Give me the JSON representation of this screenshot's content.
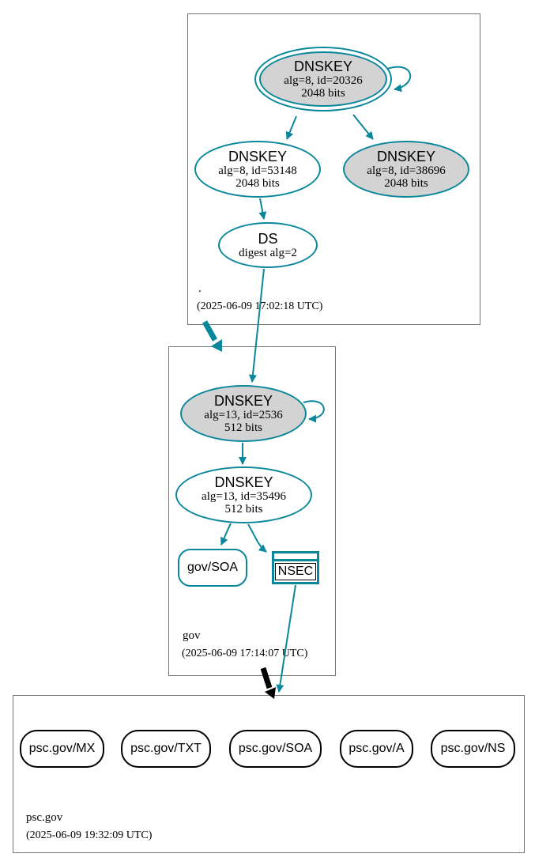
{
  "diagram_type": "dnssec-authentication-chain",
  "colors": {
    "secure_teal": "#0a879a",
    "key_fill_gray": "#d3d3d3",
    "zone_box_border": "#747474",
    "insecure_black": "#000000",
    "background": "#ffffff"
  },
  "zones": {
    "root": {
      "label": ".",
      "timestamp": "(2025-06-09 17:02:18 UTC)",
      "nodes": {
        "ksk": {
          "title": "DNSKEY",
          "detail1": "alg=8, id=20326",
          "detail2": "2048 bits"
        },
        "zsk": {
          "title": "DNSKEY",
          "detail1": "alg=8, id=53148",
          "detail2": "2048 bits"
        },
        "key2": {
          "title": "DNSKEY",
          "detail1": "alg=8, id=38696",
          "detail2": "2048 bits"
        },
        "ds": {
          "title": "DS",
          "detail1": "digest alg=2"
        }
      }
    },
    "gov": {
      "label": "gov",
      "timestamp": "(2025-06-09 17:14:07 UTC)",
      "nodes": {
        "ksk": {
          "title": "DNSKEY",
          "detail1": "alg=13, id=2536",
          "detail2": "512 bits"
        },
        "zsk": {
          "title": "DNSKEY",
          "detail1": "alg=13, id=35496",
          "detail2": "512 bits"
        },
        "soa": {
          "label": "gov/SOA"
        },
        "nsec": {
          "label": "NSEC"
        }
      }
    },
    "psc_gov": {
      "label": "psc.gov",
      "timestamp": "(2025-06-09 19:32:09 UTC)",
      "rrsets": [
        {
          "label": "psc.gov/MX"
        },
        {
          "label": "psc.gov/TXT"
        },
        {
          "label": "psc.gov/SOA"
        },
        {
          "label": "psc.gov/A"
        },
        {
          "label": "psc.gov/NS"
        }
      ]
    }
  }
}
